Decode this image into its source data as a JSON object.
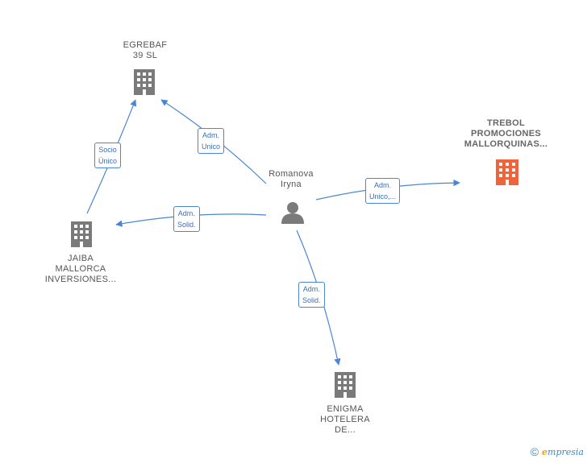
{
  "center": {
    "lines": [
      "Romanova",
      "Iryna"
    ]
  },
  "nodes": {
    "egrebaf": {
      "lines": [
        "EGREBAF",
        "39 SL"
      ]
    },
    "trebol": {
      "lines": [
        "TREBOL",
        "PROMOCIONES",
        "MALLORQUINAS..."
      ]
    },
    "jaiba": {
      "lines": [
        "JAIBA",
        "MALLORCA",
        "INVERSIONES..."
      ]
    },
    "enigma": {
      "lines": [
        "ENIGMA",
        "HOTELERA",
        "DE..."
      ]
    }
  },
  "edges": {
    "adm_unico_egrebaf": {
      "lines": [
        "Adm.",
        "Unico"
      ]
    },
    "socio_unico": {
      "lines": [
        "Socio",
        "Único"
      ]
    },
    "adm_unico_trebol": {
      "lines": [
        "Adm.",
        "Unico,..."
      ]
    },
    "adm_solid_jaiba": {
      "lines": [
        "Adm.",
        "Solid."
      ]
    },
    "adm_solid_enigma": {
      "lines": [
        "Adm.",
        "Solid."
      ]
    }
  },
  "colors": {
    "edge": "#4a86d4",
    "building": "#7a7a7a",
    "highlight": "#f0643c"
  },
  "icons": {
    "company": "building-icon",
    "person": "person-icon"
  },
  "footer": {
    "copyright": "©",
    "brand_initial": "e",
    "brand_rest": "mpresia"
  }
}
